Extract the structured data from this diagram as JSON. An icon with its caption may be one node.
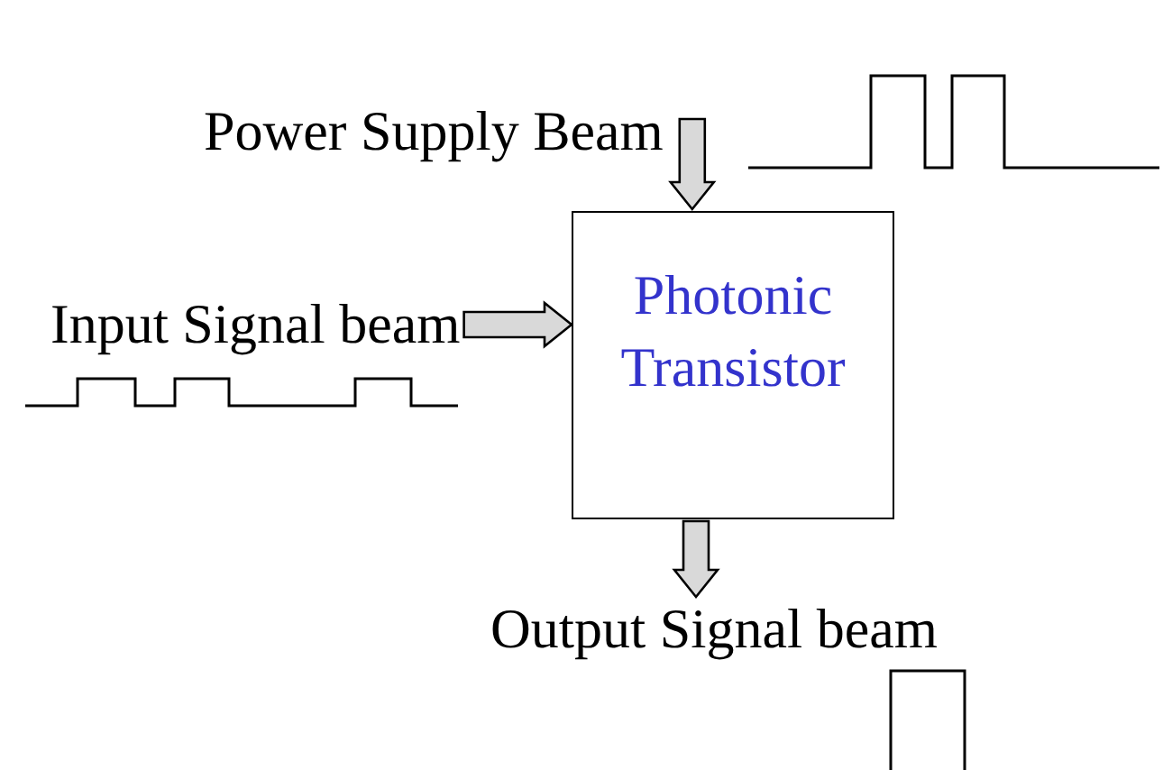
{
  "diagram": {
    "nodes": [
      {
        "text": [
          "Power Supply Beam"
        ]
      },
      {
        "text": [
          "Input Signal beam"
        ]
      },
      {
        "text": [
          "Photonic Transistor"
        ]
      },
      {
        "text": [
          "Output Signal beam"
        ]
      }
    ],
    "edges": [
      {
        "from": 0,
        "to": 2,
        "arrow": "to"
      },
      {
        "from": 1,
        "to": 2,
        "arrow": "to"
      },
      {
        "from": 2,
        "to": 3,
        "arrow": "to"
      }
    ]
  }
}
